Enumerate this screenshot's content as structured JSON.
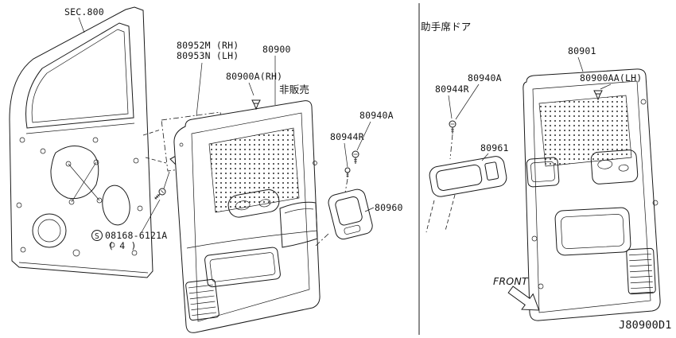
{
  "footer_code": "J80900D1",
  "left_section": {
    "sec_ref": "SEC.800",
    "labels": {
      "bracket_rh": "80952M (RH)",
      "bracket_lh": "80953N (LH)",
      "clip": "80900A(RH)",
      "trim_panel": "80900",
      "not_sold": "非販売",
      "screw": "80940A",
      "grommet": "80944R",
      "switch_finisher": "80960",
      "screw_symbol": "S",
      "screw_part": "08168-6121A",
      "screw_qty": "( 4 )"
    }
  },
  "right_section": {
    "title": "助手席ドア",
    "labels": {
      "trim_panel": "80901",
      "clip": "80900AA(LH)",
      "screw": "80940A",
      "grommet": "80944R",
      "switch_finisher": "80961",
      "front": "FRONT"
    }
  }
}
